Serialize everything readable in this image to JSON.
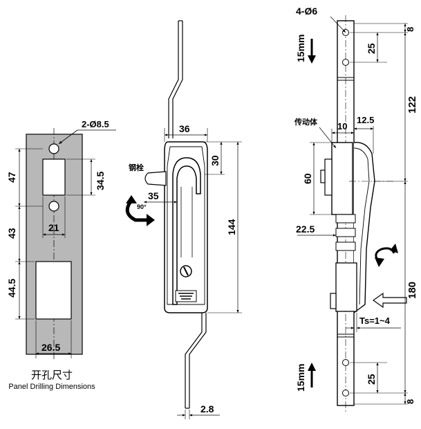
{
  "panel": {
    "hole_label": "2-Ø8.5",
    "dims": {
      "h47": "47",
      "h34_5": "34.5",
      "h43": "43",
      "w21": "21",
      "h44_5": "44.5",
      "w26_5": "26.5"
    },
    "caption_zh": "开孔尺寸",
    "caption_en": "Panel Drilling Dimensions"
  },
  "front": {
    "dims": {
      "w36": "36",
      "h30": "30",
      "w35": "35",
      "h144": "144",
      "t2_8": "2.8"
    },
    "bolt_label": "钢栓",
    "rotation_label": "90°"
  },
  "side": {
    "holes_label": "4-Ø6",
    "drive_label": "传动体",
    "dims": {
      "top8": "8",
      "top25": "25",
      "h122": "122",
      "w10": "10",
      "w12_5": "12.5",
      "h60": "60",
      "h22_5": "22.5",
      "h180": "180",
      "ts": "Ts=1~4",
      "bot25": "25",
      "bot8": "8",
      "mm15_top": "15mm",
      "mm15_bot": "15mm"
    }
  }
}
